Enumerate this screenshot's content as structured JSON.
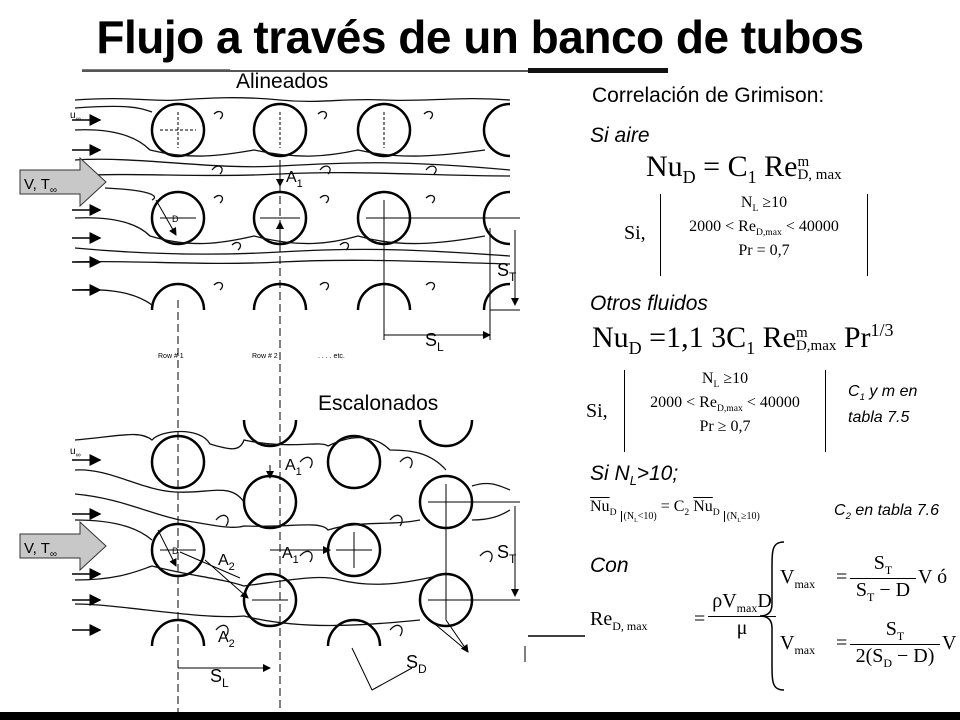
{
  "title": "Flujo a través de un banco de tubos",
  "diagram": {
    "aligned_label": "Alineados",
    "staggered_label": "Escalonados",
    "flow_label": "V, T",
    "flow_sub": "∞",
    "u_label": "u",
    "u_sub": "∞",
    "labels": {
      "A1": "A",
      "A1_sub": "1",
      "A2": "A",
      "A2_sub": "2",
      "D": "D",
      "ST": "S",
      "ST_sub": "T",
      "SL": "S",
      "SL_sub": "L",
      "SD": "S",
      "SD_sub": "D"
    },
    "rows": [
      "Row # 1",
      "Row # 2",
      ". . . . etc."
    ]
  },
  "right": {
    "correlation_title": "Correlación de Grimison:",
    "si_aire": "Si aire",
    "eq1": {
      "lhs": "Nu",
      "lhs_sub": "D",
      "c": "C",
      "c_sub": "1",
      "re": "Re",
      "re_sup": "m",
      "re_sub": "D, max"
    },
    "cond1": {
      "si": "Si,",
      "l1": "N",
      "l1_sub": "L",
      "l1_rest": " ≥10",
      "l2": "2000 < Re",
      "l2_sub": "D,max",
      "l2_rest": " < 40000",
      "l3": "Pr = 0,7"
    },
    "otros": "Otros fluidos",
    "eq2": {
      "lhs": "Nu",
      "lhs_sub": "D",
      "mid": " =1,1 3C",
      "c_sub": "1",
      "re": " Re",
      "re_sup": "m",
      "re_sub": "D,max",
      "pr": " Pr",
      "pr_sup": "1/3"
    },
    "cond2": {
      "si": "Si,",
      "l1": "N",
      "l1_sub": "L",
      "l1_rest": " ≥10",
      "l2": "2000 < Re",
      "l2_sub": "D,max",
      "l2_rest": " < 40000",
      "l3": "Pr ≥ 0,7"
    },
    "note1": "C",
    "note1_sub": "1",
    "note1_rest": " y m en",
    "note1_line2": "tabla 7.5",
    "si_nl": "Si N",
    "si_nl_sub": "L",
    "si_nl_rest": ">10;",
    "eq3": {
      "nu": "Nu",
      "nu_sub": "D",
      "cond_a": "(N",
      "cond_a_sub": "L",
      "cond_a_rest": "<10)",
      "eq": " = C",
      "c_sub": "2",
      "nu2": " Nu",
      "nu2_sub": "D",
      "cond_b": "(N",
      "cond_b_sub": "L",
      "cond_b_rest": "≥10)"
    },
    "note2": "C",
    "note2_sub": "2",
    "note2_rest": " en tabla 7.6",
    "con": "Con",
    "eq4": {
      "lhs": "Re",
      "lhs_sub": "D, max",
      "num": "ρV",
      "num_sub": "max",
      "num_rest": "D",
      "den": "μ"
    },
    "vmax1": {
      "v": "V",
      "v_sub": "max",
      "num": "S",
      "num_sub": "T",
      "den": "S",
      "den_sub": "T",
      "den_rest": " − D",
      "tail": "V ó"
    },
    "vmax2": {
      "v": "V",
      "v_sub": "max",
      "num": "S",
      "num_sub": "T",
      "den": "2(S",
      "den_sub": "D",
      "den_rest": " − D)",
      "tail": "V"
    }
  }
}
